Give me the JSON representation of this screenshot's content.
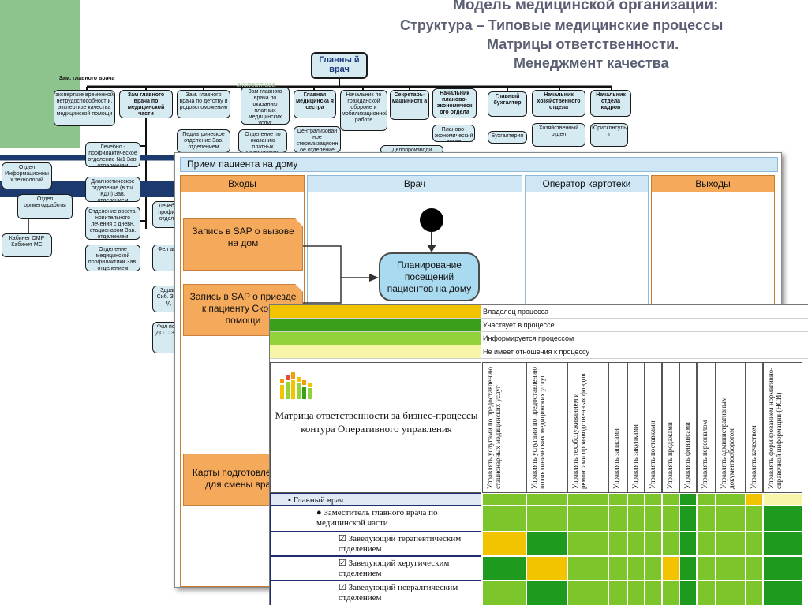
{
  "header": {
    "lines": [
      "Модель медицинской организации:",
      "Структура – Типовые медицинские процессы",
      "Матрицы ответственности.",
      "Менеджмент качества"
    ]
  },
  "org": {
    "main": "Главны й врач",
    "watermark": "экспертиза",
    "top_row": [
      "Зам главного врача по медицинской части",
      "Зам. главного врача по детству и родовспоможению",
      "Зам главного врача по оказанию платных медицинских услуг",
      "Главная медицинска я сестра",
      "Начальник по гражданской обороне и мобилизационной работе",
      "Секретарь-машинистк а",
      "Начальник планово-экономическ ого отдела",
      "Главный бухгалтер",
      "Начальник хозяйственного отдела",
      "Начальник отдела кадров"
    ],
    "sub_row": [
      "Педиатрическое отделение Зав. отделением",
      "Отделение по оказанию платных медицинских услуг",
      "Централизован ное стерилизационн ое отделение",
      "Делопроизводи",
      "Планово-экономический отдел",
      "Бухгалтерия",
      "Хозяйственный отдел",
      "Юрисконсуль т"
    ],
    "left_label": "Зам. главного врача",
    "left_box": "экспертизе временной нетрудоспособност и, экспертизе качества медицинской помощи",
    "left_column": [
      "Лечебно - профилактическое отделение №1 Зав. отделением",
      "Диагностическое отделение (в т.ч. КДЛ) Зав. отделением",
      "Отделение восста-новительного лечения с дневн. стационаром Зав. отделением",
      "Отделение медицинской профилактики Зав. отделением"
    ],
    "far_left": [
      "Отдел Информационны х технологий",
      "Отдел оргметодработы",
      "Кабинет ОМР Кабинет МС"
    ],
    "partial_right": [
      "Лечебн профил отделе",
      "Фел аку",
      "Здрав Сиб. Зав зд",
      "Фил пос. ДО С Зав"
    ]
  },
  "process": {
    "title": "Прием пациента на дому",
    "lanes": [
      "Входы",
      "Врач",
      "Оператор картотеки",
      "Выходы"
    ],
    "inputs": [
      "Запись в SAP о вызове на дом",
      "Запись в SAP о приезде к пациенту Скорой помощи",
      "Карты подготовленные для смены врача"
    ],
    "activity": "Планирование посещений пациентов на дому"
  },
  "matrix": {
    "legend": [
      {
        "label": "Владелец процесса",
        "color": "#f2c400"
      },
      {
        "label": "Участвует в процессе",
        "color": "#3aa01c"
      },
      {
        "label": "Информируется процессом",
        "color": "#94d23c"
      },
      {
        "label": "Не имеет отношения к процессу",
        "color": "#f7f6a8"
      }
    ],
    "title": "Матрица ответственности за бизнес-процессы контура Оперативного управления",
    "columns": [
      "Управлять услугами по предоставлению стационарных медицинских услуг",
      "Управлять услугами по предоставлению поликлинических медицинских услуг",
      "Управлять техобслуживанием и ремонтами производственных фондов",
      "Управлять запасами",
      "Управлять закупками",
      "Управлять поставками",
      "Управлять продажами",
      "Управлять финансами",
      "Управлять персоналом",
      "Управлять административным документооборотом",
      "Управлять качеством",
      "Управлять формированием нормативно-справочной информации (НСИ)"
    ],
    "rows": [
      {
        "label": "▪ Главный врач",
        "cells": [
          "I",
          "I",
          "I",
          "I",
          "I",
          "I",
          "I",
          "P",
          "I",
          "I",
          "O",
          "N"
        ]
      },
      {
        "label": "● Заместитель главного врача по медицинской части",
        "cells": [
          "I",
          "I",
          "I",
          "I",
          "I",
          "I",
          "I",
          "P",
          "I",
          "I",
          "I",
          "P"
        ]
      },
      {
        "label": "☑ Заведующий терапевтическим отделением",
        "cells": [
          "O",
          "P",
          "I",
          "I",
          "I",
          "I",
          "I",
          "P",
          "I",
          "I",
          "I",
          "P"
        ]
      },
      {
        "label": "☑ Заведующий херугическим отделением",
        "cells": [
          "P",
          "O",
          "I",
          "I",
          "I",
          "I",
          "O",
          "P",
          "I",
          "I",
          "I",
          "P"
        ]
      },
      {
        "label": "☑ Заведующий невралгическим отделением",
        "cells": [
          "I",
          "P",
          "I",
          "I",
          "I",
          "I",
          "I",
          "P",
          "I",
          "I",
          "I",
          "P"
        ]
      }
    ],
    "cell_colors": {
      "O": "#f2c400",
      "P": "#1e9a1e",
      "I": "#7cc52a",
      "N": "#f7f6a8"
    }
  }
}
